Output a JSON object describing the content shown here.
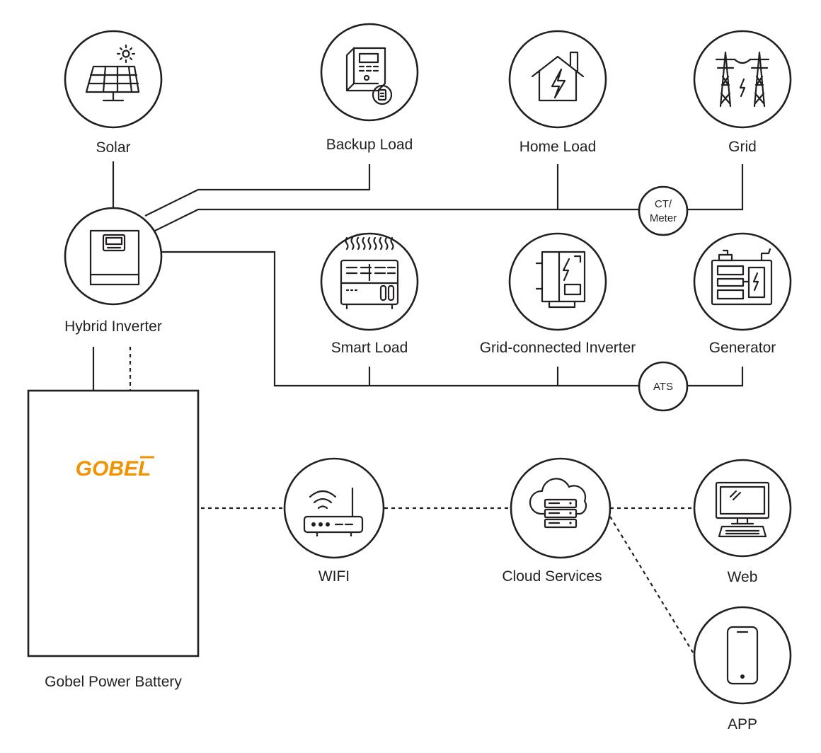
{
  "nodes": {
    "solar": "Solar",
    "backup_load": "Backup Load",
    "home_load": "Home Load",
    "grid": "Grid",
    "hybrid_inverter": "Hybrid Inverter",
    "smart_load": "Smart Load",
    "grid_connected_inverter": "Grid-connected Inverter",
    "generator": "Generator",
    "battery": "Gobel Power Battery",
    "wifi": "WIFI",
    "cloud_services": "Cloud Services",
    "web": "Web",
    "app": "APP"
  },
  "junctions": {
    "ct_meter_line1": "CT/",
    "ct_meter_line2": "Meter",
    "ats": "ATS"
  },
  "battery_logo": {
    "text": "GOBEL",
    "color": "#f39200"
  },
  "colors": {
    "line": "#231f20",
    "background": "#ffffff",
    "brand": "#f39200"
  },
  "icons": {
    "solar": "solar-panel-icon",
    "backup_load": "backup-load-icon",
    "home_load": "home-icon",
    "grid": "power-tower-icon",
    "hybrid_inverter": "inverter-icon",
    "smart_load": "smart-load-icon",
    "grid_connected_inverter": "grid-inverter-icon",
    "generator": "generator-icon",
    "wifi": "router-icon",
    "cloud_services": "cloud-server-icon",
    "web": "desktop-computer-icon",
    "app": "smartphone-icon"
  }
}
